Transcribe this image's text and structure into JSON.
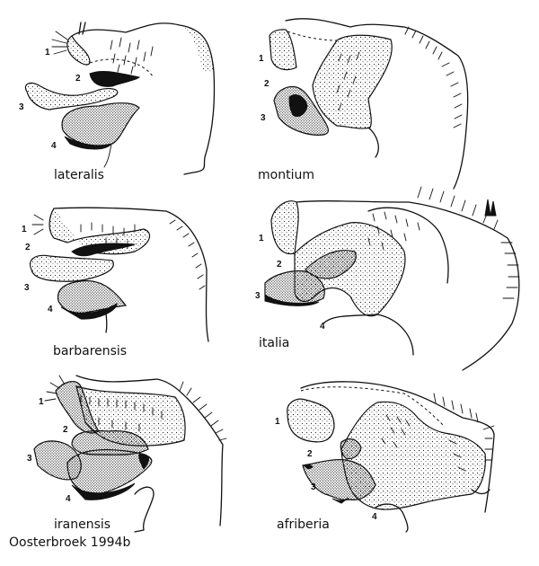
{
  "figure": {
    "type": "scientific-illustration-plate",
    "description": "Lateral views of male hypopygium structures of six taxa, parts numbered 1-4",
    "credit": "Oosterbroek 1994b",
    "part_numbers": [
      "1",
      "2",
      "3",
      "4"
    ],
    "panels": [
      {
        "position": "top-left",
        "species": "lateralis"
      },
      {
        "position": "top-right",
        "species": "montium"
      },
      {
        "position": "middle-left",
        "species": "barbarensis"
      },
      {
        "position": "middle-right",
        "species": "italia"
      },
      {
        "position": "bottom-left",
        "species": "iranensis"
      },
      {
        "position": "bottom-right",
        "species": "afriberia"
      }
    ]
  }
}
